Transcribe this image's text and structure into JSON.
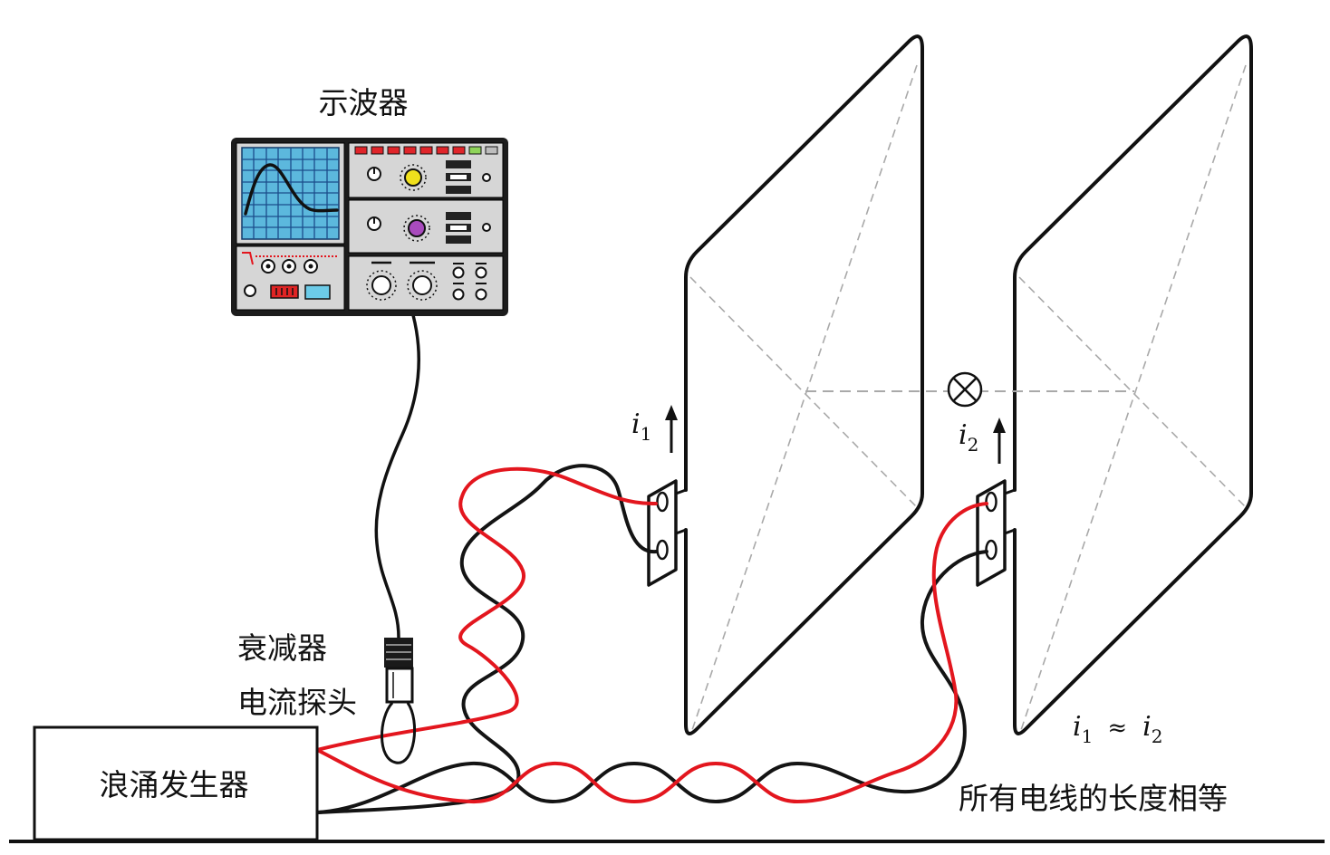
{
  "oscilloscope": {
    "label": "示波器"
  },
  "probe": {
    "attenuator_label": "衰减器",
    "current_probe_label": "电流探头"
  },
  "surge_generator": {
    "label": "浪涌发生器"
  },
  "plates": [
    {
      "current": {
        "symbol": "i",
        "subscript": "1"
      }
    },
    {
      "current": {
        "symbol": "i",
        "subscript": "2"
      }
    }
  ],
  "relation": {
    "left_symbol": "i",
    "left_subscript": "1",
    "operator": "≈",
    "right_symbol": "i",
    "right_subscript": "2"
  },
  "note": "所有电线的长度相等",
  "colors": {
    "wire_red": "#e3161e",
    "wire_black": "#141414",
    "screen": "#5cb8dd",
    "dashed_guides": "#a9a9a9",
    "knob_yellow": "#f0e01c",
    "knob_purple": "#a94bbd"
  }
}
